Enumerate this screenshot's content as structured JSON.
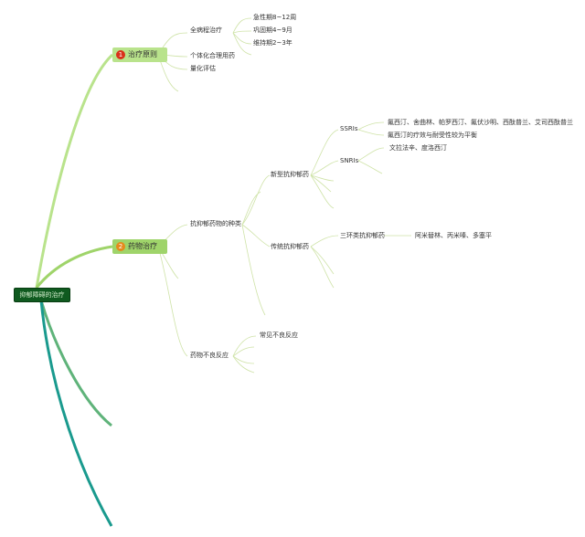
{
  "root": {
    "label": "抑郁障碍的治疗"
  },
  "branches": [
    {
      "number": "1",
      "label": "治疗原则",
      "children": [
        {
          "label": "全病程治疗",
          "children": [
            "急性期8~12周",
            "巩固期4~9月",
            "维持期2~3年"
          ]
        },
        {
          "label": "个体化合理用药"
        },
        {
          "label": "量化评估"
        }
      ]
    },
    {
      "number": "2",
      "label": "药物治疗",
      "children": [
        {
          "label": "抗抑郁药物的种类",
          "new_type": {
            "label": "新型抗抑郁药",
            "ssri": {
              "label": "SSRIs",
              "notes": [
                "氟西汀、舍曲林、帕罗西汀、氟伏沙明、西酞普兰、艾司西酞普兰",
                "氟西汀的疗效与耐受性较为平衡"
              ]
            },
            "snri": {
              "label": "SNRIs",
              "notes": [
                "文拉法辛、度洛西汀"
              ]
            }
          },
          "traditional": {
            "label": "传统抗抑郁药",
            "tricyclic": {
              "label": "三环类抗抑郁药",
              "notes": [
                "阿米替林、丙米嗪、多塞平"
              ]
            }
          }
        },
        {
          "label": "药物不良反应",
          "children": [
            "常见不良反应"
          ]
        }
      ]
    }
  ],
  "colors": {
    "root_fill": "#0f5a1f",
    "branch1_line": "#b9e38c",
    "branch2_line": "#9fd46a",
    "branch3_line": "#5fb37a",
    "branch4_line": "#1a9a8e",
    "thin_line": "#cfe3a8"
  }
}
